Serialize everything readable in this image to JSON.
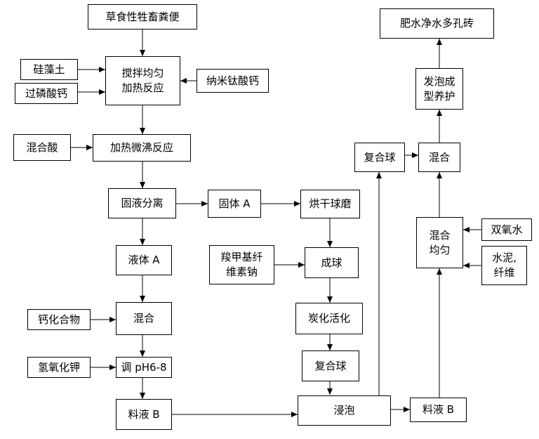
{
  "nodes": {
    "manure": "草食性牲畜粪便",
    "diatomite": "硅藻土",
    "superphosphate": "过磷酸钙",
    "stir_heat": "搅拌均匀\n加热反应",
    "nano_calcium_titanate": "纳米钛酸钙",
    "mixed_acid": "混合酸",
    "heat_boil": "加热微沸反应",
    "solid_liquid_separation": "固液分离",
    "solid_a": "固体 A",
    "dry_ball_mill": "烘干球磨",
    "cmc_sodium": "羧甲基纤\n维素钠",
    "pelletize": "成球",
    "carbonize_activate": "炭化活化",
    "composite_ball_lower": "复合球",
    "liquid_a": "液体 A",
    "calcium_compound": "钙化合物",
    "mix_lower": "混合",
    "koh": "氢氧化钾",
    "adjust_ph": "调 pH6-8",
    "feed_liquid_b_left": "料液 B",
    "soak": "浸泡",
    "feed_liquid_b_right": "料液 B",
    "hydrogen_peroxide": "双氧水",
    "cement_fiber": "水泥,\n纤维",
    "mix_evenly": "混合\n均匀",
    "composite_ball_upper": "复合球",
    "mix_upper": "混合",
    "foam_forming": "发泡成\n型养护",
    "brick": "肥水净水多孔砖"
  },
  "colors": {
    "line": "#000000",
    "box_border": "#000000",
    "background": "#ffffff"
  }
}
